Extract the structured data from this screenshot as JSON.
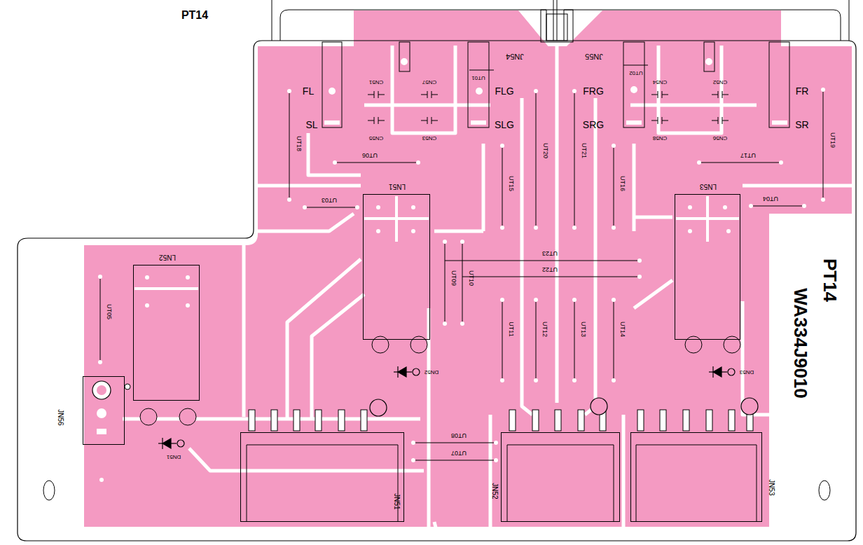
{
  "diagram": {
    "nodes": [
      {
        "text": [
          "LN51"
        ]
      },
      {
        "text": [
          "LN52"
        ]
      },
      {
        "text": [
          "LN53"
        ]
      },
      {
        "text": [
          "JN51"
        ]
      },
      {
        "text": [
          "JN52"
        ]
      },
      {
        "text": [
          "JN53"
        ]
      },
      {
        "text": [
          "JN56"
        ]
      }
    ],
    "labels": [
      "PT14",
      "JN54",
      "JN55",
      "CN51",
      "CN57",
      "UT01",
      "UT02",
      "CN54",
      "CN52",
      "FL",
      "FLG",
      "FRG",
      "FR",
      "SL",
      "CN55",
      "CN53",
      "SLG",
      "SRG",
      "CN58",
      "CN56",
      "SR",
      "UT18",
      "UT06",
      "UT20",
      "UT21",
      "UT17",
      "UT19",
      "UT15",
      "UT16",
      "UT03",
      "UT04",
      "UT23",
      "UT22",
      "UT09",
      "UT10",
      "PT14",
      "WA334J9010",
      "UT05",
      "UT11",
      "UT12",
      "UT13",
      "UT14",
      "DN52",
      "DN53",
      "UT08",
      "UT07",
      "DN51"
    ]
  }
}
